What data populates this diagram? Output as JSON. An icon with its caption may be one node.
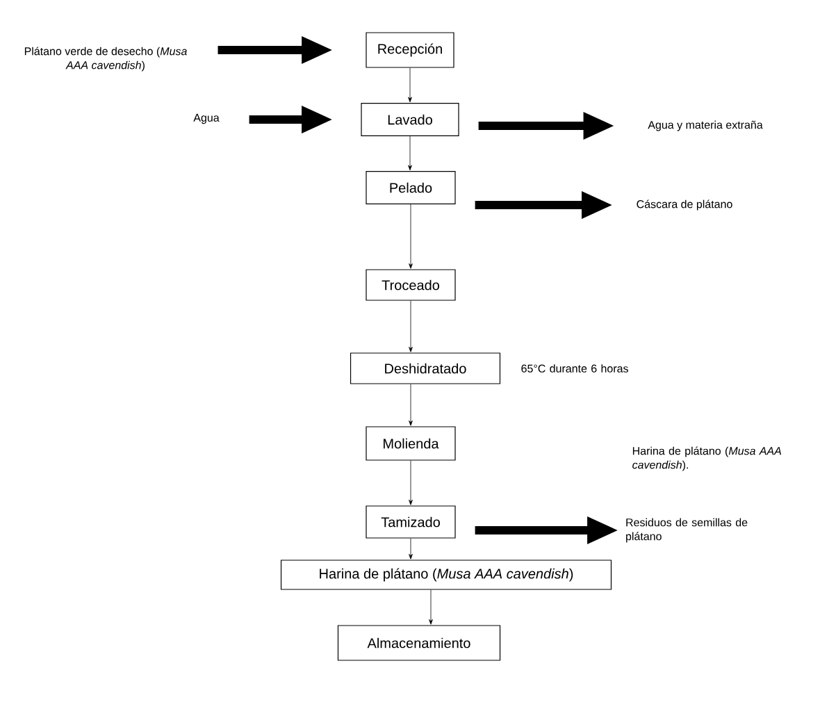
{
  "diagram": {
    "nodes": [
      {
        "text": [
          "Plátano verde de desecho (*Musa AAA cavendish*)"
        ]
      },
      {
        "text": [
          "Recepción"
        ]
      },
      {
        "text": [
          "Agua"
        ]
      },
      {
        "text": [
          "Lavado"
        ]
      },
      {
        "text": [
          "Agua y materia extraña"
        ]
      },
      {
        "text": [
          "Pelado"
        ]
      },
      {
        "text": [
          "Cáscara de plátano"
        ]
      },
      {
        "text": [
          "Troceado"
        ]
      },
      {
        "text": [
          "Deshidratado"
        ],
        "beside": [
          "65°C durante 6 horas"
        ]
      },
      {
        "text": [
          "Molienda"
        ]
      },
      {
        "text": [
          "Tamizado"
        ]
      },
      {
        "text": [
          "Residuos de semillas de plátano"
        ]
      },
      {
        "text": [
          "Harina de plátano (*Musa AAA cavendish*)"
        ]
      },
      {
        "text": [
          "Almacenamiento"
        ]
      }
    ],
    "edges": [
      {
        "from": 0,
        "to": 1,
        "arrow": "to",
        "style": "thick"
      },
      {
        "from": 1,
        "to": 3,
        "arrow": "to"
      },
      {
        "from": 2,
        "to": 3,
        "arrow": "to",
        "style": "thick"
      },
      {
        "from": 3,
        "to": 4,
        "arrow": "to",
        "style": "thick"
      },
      {
        "from": 3,
        "to": 5,
        "arrow": "to"
      },
      {
        "from": 5,
        "to": 6,
        "arrow": "to",
        "style": "thick"
      },
      {
        "from": 5,
        "to": 7,
        "arrow": "to"
      },
      {
        "from": 7,
        "to": 8,
        "arrow": "to"
      },
      {
        "from": 8,
        "to": 9,
        "arrow": "to"
      },
      {
        "from": 9,
        "to": 10,
        "arrow": "to"
      },
      {
        "from": 10,
        "to": 11,
        "arrow": "to",
        "style": "thick"
      },
      {
        "from": 10,
        "to": 12,
        "arrow": "to"
      },
      {
        "from": 12,
        "to": 13,
        "arrow": "to"
      }
    ],
    "labels": [
      "Harina de plátano (*Musa AAA cavendish*)."
    ]
  }
}
